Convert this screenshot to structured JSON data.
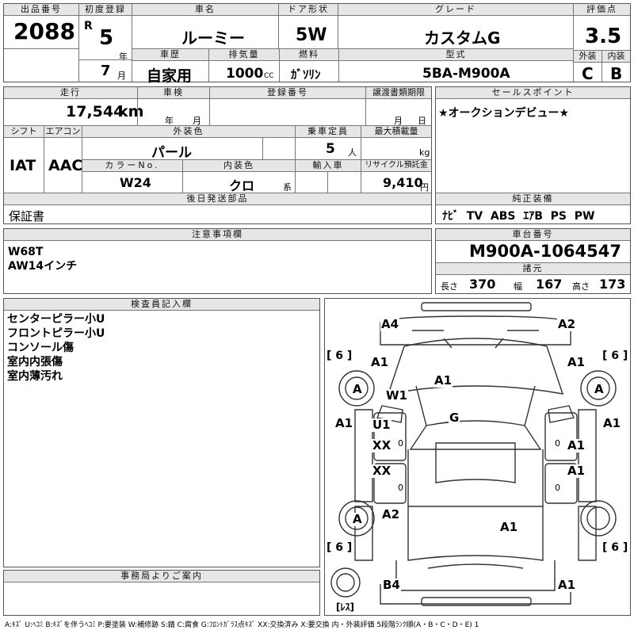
{
  "header": {
    "lot_label": "出品番号",
    "lot": "2088",
    "first_reg_label": "初度登録",
    "era": "R",
    "year": "5",
    "year_unit": "年",
    "month": "7",
    "month_unit": "月",
    "name_label": "車名",
    "name": "ルーミー",
    "door_label": "ドア形状",
    "door": "5W",
    "grade_label": "グレード",
    "grade": "カスタムG",
    "score_label": "評価点",
    "score": "3.5",
    "history_label": "車歴",
    "history": "自家用",
    "displacement_label": "排気量",
    "displacement": "1000",
    "cc": "CC",
    "fuel_label": "燃料",
    "fuel": "ｶﾞｿﾘﾝ",
    "model_label": "型式",
    "model": "5BA-M900A",
    "ext_label": "外装",
    "ext": "C",
    "int_label": "内装",
    "int": "B"
  },
  "row2": {
    "mileage_label": "走行",
    "mileage": "17,544",
    "km": "km",
    "inspection_label": "車検",
    "insp_year_unit": "年",
    "insp_month_unit": "月",
    "reg_no_label": "登録番号",
    "deadline_label": "譲渡書類期限",
    "deadline_month_unit": "月",
    "deadline_day_unit": "日",
    "sales_label": "セールスポイント",
    "sales": "★オークションデビュー★",
    "shift_label": "シフト",
    "shift": "IAT",
    "ac_label": "エアコン",
    "ac": "AAC",
    "color_label": "外装色",
    "color": "パール",
    "capacity_label": "乗車定員",
    "capacity": "5",
    "capacity_unit": "人",
    "loadcap_label": "最大積載量",
    "loadcap_unit": "kg",
    "colorno_label": "カラーNo.",
    "colorno": "W24",
    "intcolor_label": "内装色",
    "intcolor": "クロ",
    "intcolor_unit": "系",
    "import_label": "輸入車",
    "recycle_label": "リサイクル預託金",
    "recycle": "9,410",
    "recycle_unit": "円"
  },
  "later": {
    "label": "後日発送部品",
    "value": "保証書"
  },
  "equipment": {
    "label": "純正装備",
    "value": "ﾅﾋﾞ  TV  ABS  ｴｱB  PS  PW"
  },
  "notes": {
    "label": "注意事項欄",
    "lines": [
      "W68T",
      "AW14インチ"
    ]
  },
  "chassis": {
    "label": "車台番号",
    "value": "M900A-1064547"
  },
  "specs": {
    "label": "諸元",
    "length_label": "長さ",
    "length": "370",
    "width_label": "幅",
    "width": "167",
    "height_label": "高さ",
    "height": "173"
  },
  "inspector": {
    "label": "検査員記入欄",
    "lines": [
      "センターピラー小U",
      "フロントピラー小U",
      "コンソール傷",
      "室内内張傷",
      "室内薄汚れ"
    ]
  },
  "office": {
    "label": "事務局よりご案内"
  },
  "diagram": {
    "tl": "A4",
    "tr": "A2",
    "bl": "B4",
    "br": "A1",
    "tire_fl": "[ 6 ]",
    "tire_fr": "[ 6 ]",
    "tire_rl": "[ 6 ]",
    "tire_rr": "[ 6 ]",
    "spare": "[ﾚｽ]",
    "wheel_a": "A",
    "fender_fl": "A1",
    "fender_fr": "A1",
    "hood": "A1",
    "windshield": "W1",
    "roof": "G",
    "door_l": "A1",
    "door_r": "A1",
    "seat_fl": "U1",
    "seat_fl2": "XX",
    "seat_rl": "XX",
    "seat_fr": "A1",
    "seat_rr": "A1",
    "rear_l": "A2",
    "rear_c": "A1",
    "zero": "0"
  },
  "legend": "A:ｷｽﾞ U:ﾍｺﾐ B:ｷｽﾞを伴うﾍｺﾐ P:要塗装 W:補修跡 S:錆 C:腐食 G:ﾌﾛﾝﾄｶﾞﾗｽ点ｷｽﾞ XX:交換済み X:要交換  内・外装評価 5段階ﾗﾝｸ順(A・B・C・D・E) 1"
}
